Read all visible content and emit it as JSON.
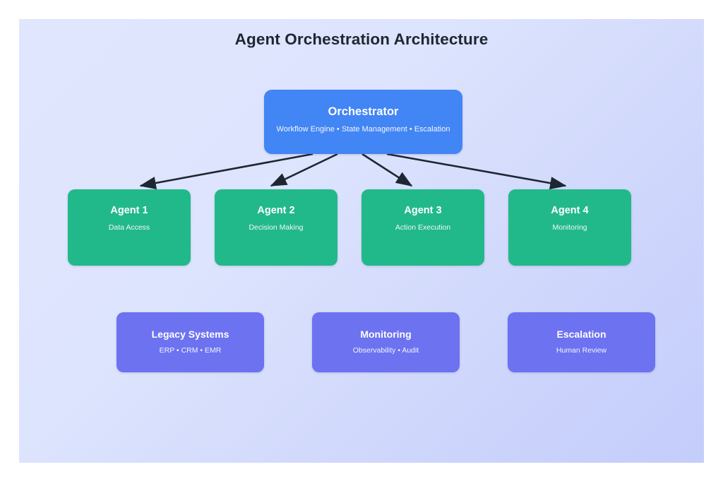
{
  "diagram": {
    "title": "Agent Orchestration Architecture",
    "colors": {
      "background_from": "#e0e6fd",
      "background_to": "#c4cdfb",
      "orchestrator": "#4285f4",
      "agent": "#22b98a",
      "support": "#6c72f0",
      "arrow": "#1f2633",
      "title_text": "#1f2633",
      "node_text": "#ffffff"
    },
    "orchestrator": {
      "title": "Orchestrator",
      "subtitle": "Workflow Engine • State Management • Escalation"
    },
    "agents": [
      {
        "title": "Agent 1",
        "subtitle": "Data Access"
      },
      {
        "title": "Agent 2",
        "subtitle": "Decision Making"
      },
      {
        "title": "Agent 3",
        "subtitle": "Action Execution"
      },
      {
        "title": "Agent 4",
        "subtitle": "Monitoring"
      }
    ],
    "support": [
      {
        "title": "Legacy Systems",
        "subtitle": "ERP • CRM • EMR"
      },
      {
        "title": "Monitoring",
        "subtitle": "Observability • Audit"
      },
      {
        "title": "Escalation",
        "subtitle": "Human Review"
      }
    ],
    "connections": [
      {
        "from": "Orchestrator",
        "to": "Agent 1",
        "style": "arrow"
      },
      {
        "from": "Orchestrator",
        "to": "Agent 2",
        "style": "arrow"
      },
      {
        "from": "Orchestrator",
        "to": "Agent 3",
        "style": "arrow"
      },
      {
        "from": "Orchestrator",
        "to": "Agent 4",
        "style": "arrow"
      }
    ]
  }
}
